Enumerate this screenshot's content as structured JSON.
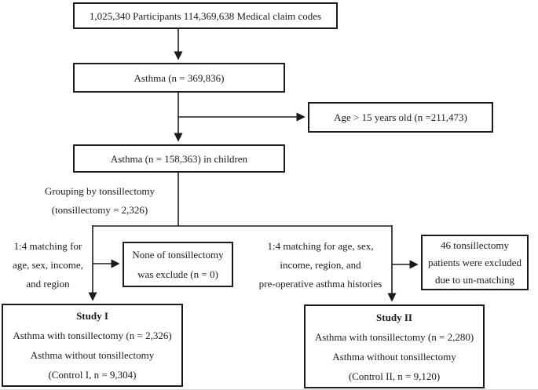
{
  "diagram_type": "study-flowchart",
  "colors": {
    "background": "#ffffff",
    "line": "#1c1c1c",
    "text": "#1c1c1c"
  },
  "boxes": {
    "participants": {
      "text": "1,025,340 Participants 114,369,638 Medical claim codes"
    },
    "asthma_total": {
      "text": "Asthma (n = 369,836)"
    },
    "age_excluded": {
      "text": "Age > 15 years old (n =211,473)"
    },
    "asthma_children": {
      "text": "Asthma (n = 158,363) in children"
    },
    "none_excluded": {
      "lines": [
        "None of tonsillectomy",
        "was exclude  (n = 0)"
      ]
    },
    "unmatched_excluded": {
      "lines": [
        "46 tonsillectomy",
        "patients were excluded",
        "due to un-matching"
      ]
    },
    "study1": {
      "title": "Study I",
      "lines": [
        "Asthma with tonsillectomy (n = 2,326)",
        "Asthma without tonsillectomy",
        "(Control I, n = 9,304)"
      ]
    },
    "study2": {
      "title": "Study II",
      "lines": [
        "Asthma with tonsillectomy (n = 2,280)",
        "Asthma without tonsillectomy",
        "(Control II, n = 9,120)"
      ]
    }
  },
  "annotations": {
    "grouping": {
      "lines": [
        "Grouping by tonsillectomy",
        "(tonsillectomy = 2,326)"
      ]
    },
    "left_matching": {
      "lines": [
        "1:4 matching for",
        "age, sex, income,",
        "and region"
      ]
    },
    "right_matching": {
      "lines": [
        "1:4 matching for age, sex,",
        "income, region, and",
        "pre-operative asthma histories"
      ]
    }
  }
}
